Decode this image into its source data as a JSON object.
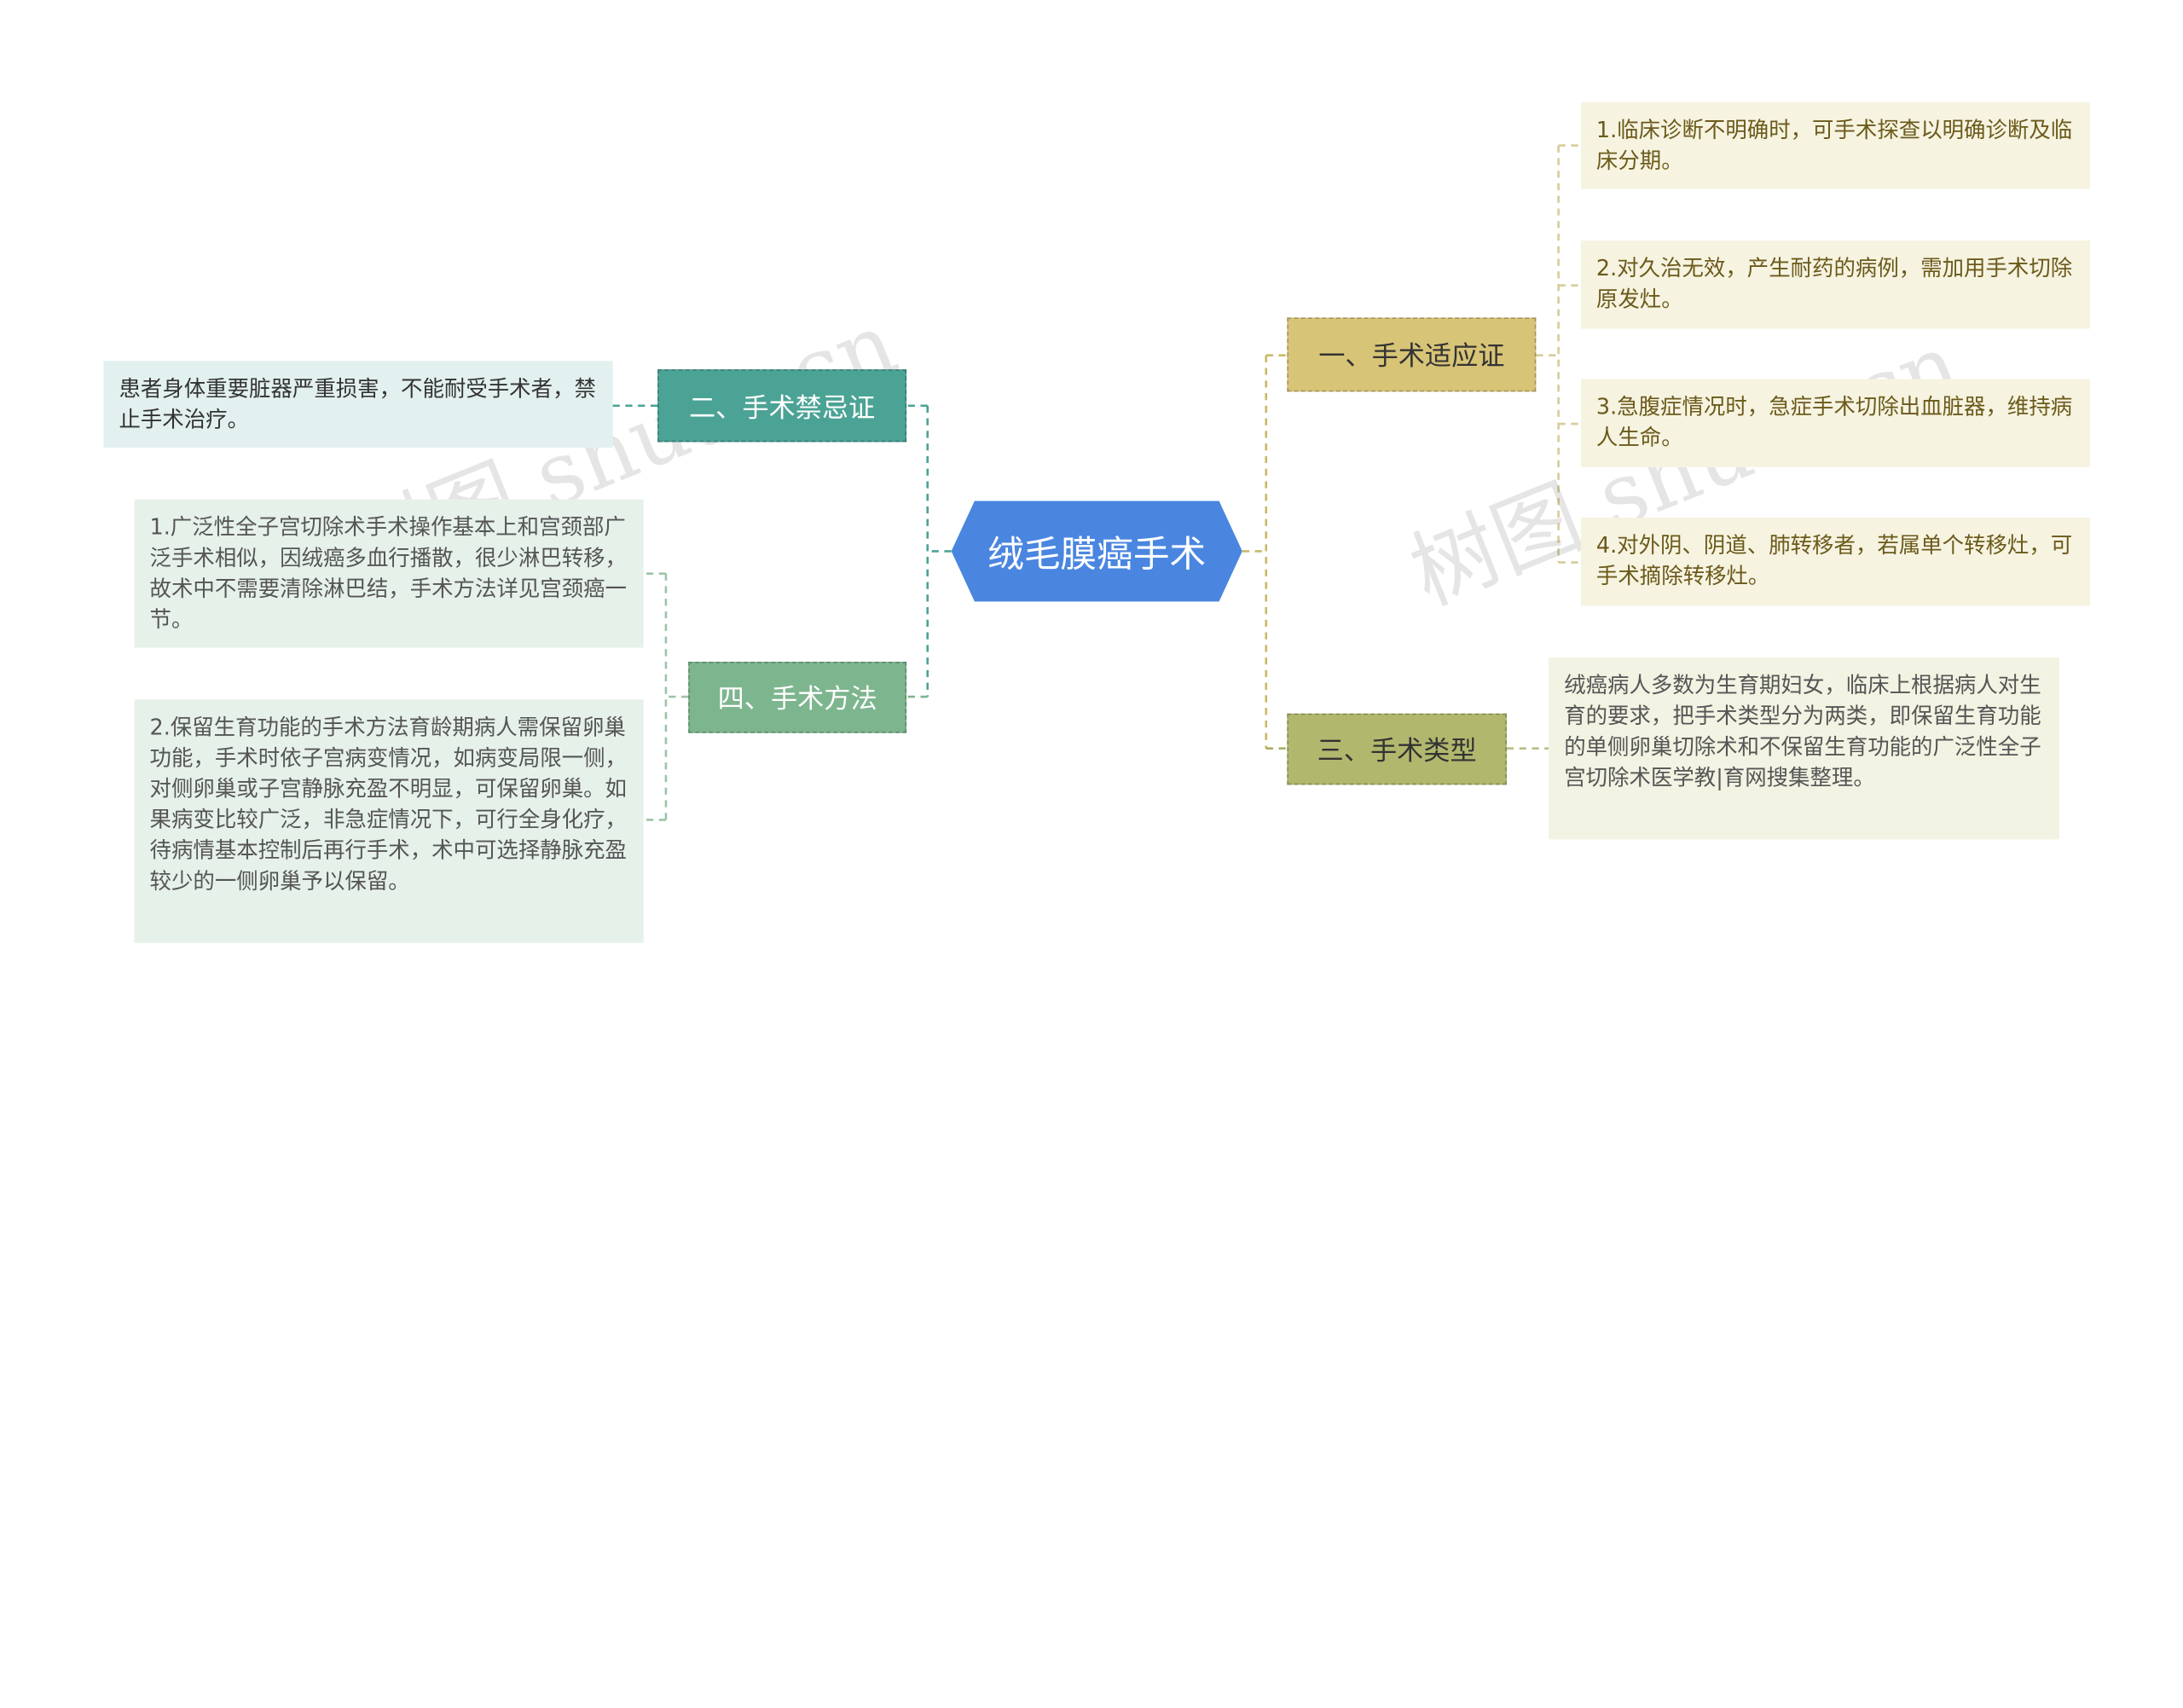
{
  "center": {
    "label": "绒毛膜癌手术"
  },
  "branches": {
    "indications": {
      "label": "一、手术适应证",
      "items": [
        "1.临床诊断不明确时，可手术探查以明确诊断及临床分期。",
        "2.对久治无效，产生耐药的病例，需加用手术切除原发灶。",
        "3.急腹症情况时，急症手术切除出血脏器，维持病人生命。",
        "4.对外阴、阴道、肺转移者，若属单个转移灶，可手术摘除转移灶。"
      ]
    },
    "types": {
      "label": "三、手术类型",
      "items": [
        "绒癌病人多数为生育期妇女，临床上根据病人对生育的要求，把手术类型分为两类，即保留生育功能的单侧卵巢切除术和不保留生育功能的广泛性全子宫切除术医学教|育网搜集整理。"
      ]
    },
    "contraindications": {
      "label": "二、手术禁忌证",
      "items": [
        "患者身体重要脏器严重损害，不能耐受手术者，禁止手术治疗。"
      ]
    },
    "methods": {
      "label": "四、手术方法",
      "items": [
        "1.广泛性全子宫切除术手术操作基本上和宫颈部广泛手术相似，因绒癌多血行播散，很少淋巴转移，故术中不需要清除淋巴结，手术方法详见宫颈癌一节。",
        "2.保留生育功能的手术方法育龄期病人需保留卵巢功能，手术时依子宫病变情况，如病变局限一侧，对侧卵巢或子宫静脉充盈不明显，可保留卵巢。如果病变比较广泛，非急症情况下，可行全身化疗，待病情基本控制后再行手术，术中可选择静脉充盈较少的一侧卵巢予以保留。"
      ]
    }
  },
  "watermarks": [
    "树图 shutu.cn",
    "树图 shutu.cn"
  ],
  "colors": {
    "center": "#4a86e0",
    "indications": "#d8c477",
    "types": "#b1b86e",
    "contraindications": "#4ba395",
    "methods": "#7db58f"
  }
}
